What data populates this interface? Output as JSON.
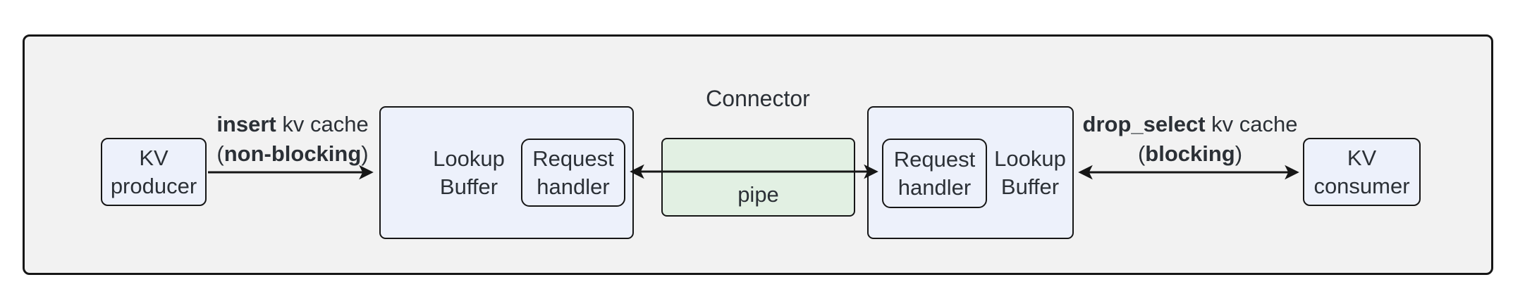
{
  "title": "Connector",
  "nodes": {
    "kv_producer": {
      "line1": "KV",
      "line2": "producer"
    },
    "lookup_buffer_left": {
      "line1": "Lookup",
      "line2": "Buffer"
    },
    "request_handler_left": {
      "line1": "Request",
      "line2": "handler"
    },
    "pipe": {
      "label": "pipe"
    },
    "request_handler_right": {
      "line1": "Request",
      "line2": "handler"
    },
    "lookup_buffer_right": {
      "line1": "Lookup",
      "line2": "Buffer"
    },
    "kv_consumer": {
      "line1": "KV",
      "line2": "consumer"
    }
  },
  "edges": {
    "insert": {
      "op": "insert",
      "rest": " kv cache",
      "paren_open": "(",
      "mode": "non-blocking",
      "paren_close": ")"
    },
    "drop_select": {
      "op": "drop_select",
      "rest": " kv cache",
      "paren_open": "(",
      "mode": "blocking",
      "paren_close": ")"
    }
  },
  "colors": {
    "canvas_bg": "#ffffff",
    "container_fill": "#f2f2f2",
    "node_fill": "#edf1fb",
    "pipe_fill": "#e2f0e3",
    "border": "#161616",
    "text": "#2b3036"
  }
}
